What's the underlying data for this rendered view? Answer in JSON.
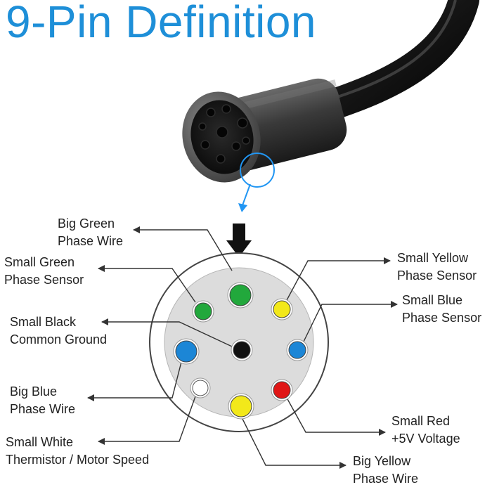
{
  "title": "9-Pin Definition",
  "colors": {
    "title": "#1e8fd8",
    "green": "#22a83c",
    "yellow": "#f2e81a",
    "blue": "#1c86d6",
    "red": "#e01616",
    "white": "#ffffff",
    "black": "#111111",
    "connector_face": "#dcdcdc",
    "callout": "#2196f3"
  },
  "pins": [
    {
      "key": "big-green",
      "color": "green",
      "size": "big",
      "line1": "Big Green",
      "line2": "Phase Wire"
    },
    {
      "key": "small-green",
      "color": "green",
      "size": "small",
      "line1": "Small Green",
      "line2": "Phase Sensor"
    },
    {
      "key": "small-black",
      "color": "black",
      "size": "small",
      "line1": "Small Black",
      "line2": "Common Ground"
    },
    {
      "key": "big-blue",
      "color": "blue",
      "size": "big",
      "line1": "Big Blue",
      "line2": "Phase Wire"
    },
    {
      "key": "small-white",
      "color": "white",
      "size": "small",
      "line1": "Small White",
      "line2": "Thermistor / Motor Speed"
    },
    {
      "key": "small-yellow",
      "color": "yellow",
      "size": "small",
      "line1": "Small Yellow",
      "line2": "Phase Sensor"
    },
    {
      "key": "small-blue",
      "color": "blue",
      "size": "small",
      "line1": "Small Blue",
      "line2": "Phase Sensor"
    },
    {
      "key": "small-red",
      "color": "red",
      "size": "small",
      "line1": "Small Red",
      "line2": "+5V Voltage"
    },
    {
      "key": "big-yellow",
      "color": "yellow",
      "size": "big",
      "line1": "Big Yellow",
      "line2": "Phase Wire"
    }
  ]
}
